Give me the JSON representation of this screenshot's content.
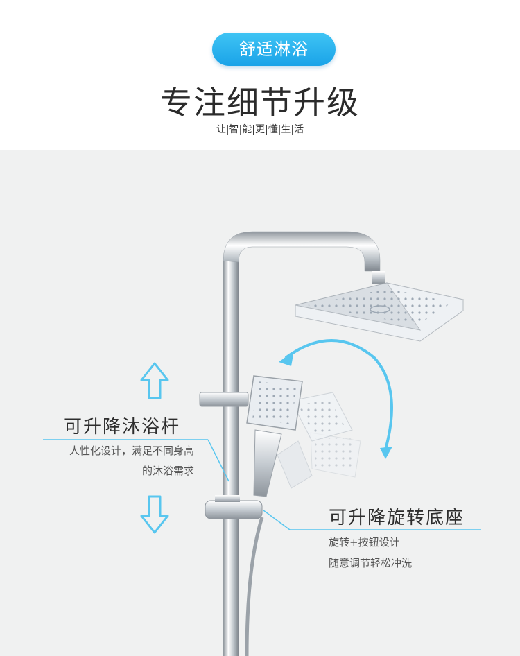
{
  "header": {
    "badge_label": "舒适淋浴",
    "headline": "专注细节升级",
    "subline": "让|智|能|更|懂|生|活"
  },
  "features": {
    "left": {
      "title": "可升降沐浴杆",
      "desc_line1": "人性化设计，满足不同身高",
      "desc_line2": "的沐浴需求"
    },
    "right": {
      "title": "可升降旋转底座",
      "desc_line1": "旋转+按钮设计",
      "desc_line2": "随意调节轻松冲洗"
    }
  },
  "colors": {
    "accent": "#1aa3e8",
    "arrow": "#58c6ef",
    "chrome": "#c9ced3",
    "background": "#f0f1f1"
  },
  "icons": [
    "arrow-up-icon",
    "arrow-down-icon",
    "rotate-arrow-icon"
  ]
}
